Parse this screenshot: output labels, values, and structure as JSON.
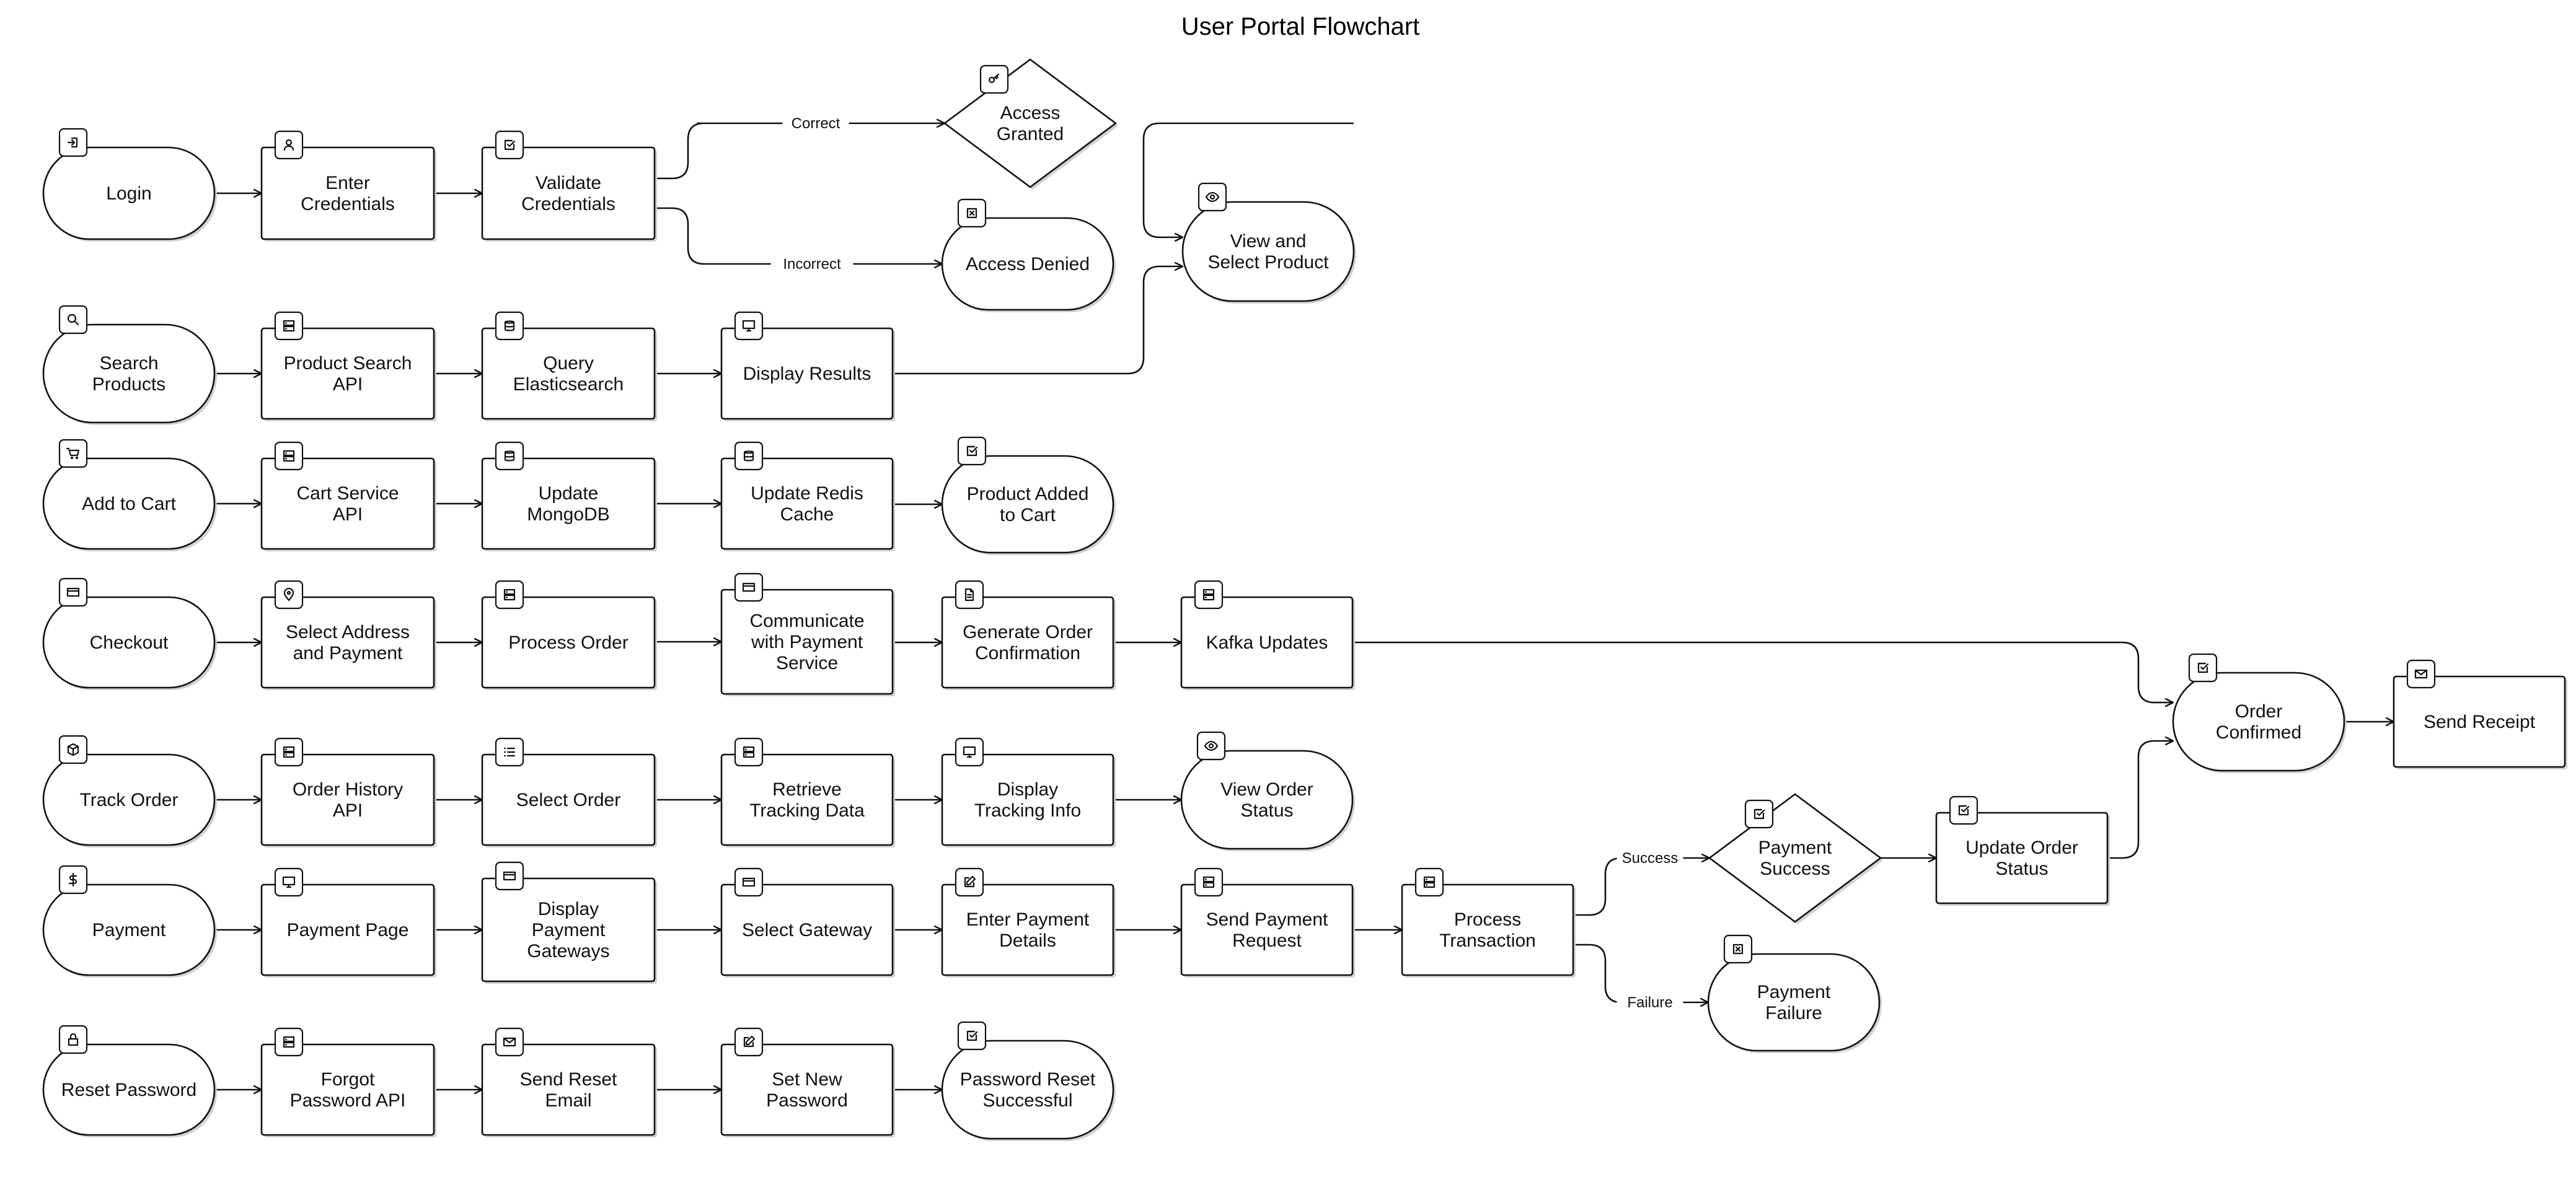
{
  "title": "User Portal Flowchart",
  "nodes": [
    {
      "id": "login",
      "lines": [
        "Login"
      ],
      "icon": "login-icon"
    },
    {
      "id": "enter_credentials",
      "lines": [
        "Enter",
        "Credentials"
      ],
      "icon": "user-icon"
    },
    {
      "id": "validate_credentials",
      "lines": [
        "Validate",
        "Credentials"
      ],
      "icon": "check-square-icon"
    },
    {
      "id": "access_granted",
      "lines": [
        "Access",
        "Granted"
      ],
      "icon": "key-icon"
    },
    {
      "id": "access_denied",
      "lines": [
        "Access Denied"
      ],
      "icon": "x-square-icon"
    },
    {
      "id": "view_select_product",
      "lines": [
        "View and",
        "Select Product"
      ],
      "icon": "eye-icon"
    },
    {
      "id": "search_products",
      "lines": [
        "Search",
        "Products"
      ],
      "icon": "search-icon"
    },
    {
      "id": "product_search_api",
      "lines": [
        "Product Search",
        "API"
      ],
      "icon": "server-icon"
    },
    {
      "id": "query_elasticsearch",
      "lines": [
        "Query",
        "Elasticsearch"
      ],
      "icon": "database-icon"
    },
    {
      "id": "display_results",
      "lines": [
        "Display Results"
      ],
      "icon": "monitor-icon"
    },
    {
      "id": "add_to_cart",
      "lines": [
        "Add to Cart"
      ],
      "icon": "cart-icon"
    },
    {
      "id": "cart_service_api",
      "lines": [
        "Cart Service",
        "API"
      ],
      "icon": "server-icon"
    },
    {
      "id": "update_mongodb",
      "lines": [
        "Update",
        "MongoDB"
      ],
      "icon": "database-icon"
    },
    {
      "id": "update_redis_cache",
      "lines": [
        "Update Redis",
        "Cache"
      ],
      "icon": "database-icon"
    },
    {
      "id": "product_added",
      "lines": [
        "Product Added",
        "to Cart"
      ],
      "icon": "check-square-icon"
    },
    {
      "id": "checkout",
      "lines": [
        "Checkout"
      ],
      "icon": "credit-card-icon"
    },
    {
      "id": "select_address_payment",
      "lines": [
        "Select Address",
        "and Payment"
      ],
      "icon": "map-pin-icon"
    },
    {
      "id": "process_order",
      "lines": [
        "Process Order"
      ],
      "icon": "server-icon"
    },
    {
      "id": "communicate_payment",
      "lines": [
        "Communicate",
        "with Payment",
        "Service"
      ],
      "icon": "credit-card-icon"
    },
    {
      "id": "generate_confirmation",
      "lines": [
        "Generate Order",
        "Confirmation"
      ],
      "icon": "file-icon"
    },
    {
      "id": "kafka_updates",
      "lines": [
        "Kafka Updates"
      ],
      "icon": "server-icon"
    },
    {
      "id": "order_confirmed",
      "lines": [
        "Order",
        "Confirmed"
      ],
      "icon": "check-square-icon"
    },
    {
      "id": "send_receipt",
      "lines": [
        "Send Receipt"
      ],
      "icon": "mail-icon"
    },
    {
      "id": "track_order",
      "lines": [
        "Track Order"
      ],
      "icon": "package-icon"
    },
    {
      "id": "order_history_api",
      "lines": [
        "Order History",
        "API"
      ],
      "icon": "server-icon"
    },
    {
      "id": "select_order",
      "lines": [
        "Select Order"
      ],
      "icon": "list-icon"
    },
    {
      "id": "retrieve_tracking",
      "lines": [
        "Retrieve",
        "Tracking Data"
      ],
      "icon": "server-icon"
    },
    {
      "id": "display_tracking",
      "lines": [
        "Display",
        "Tracking Info"
      ],
      "icon": "monitor-icon"
    },
    {
      "id": "view_order_status",
      "lines": [
        "View Order",
        "Status"
      ],
      "icon": "eye-icon"
    },
    {
      "id": "payment",
      "lines": [
        "Payment"
      ],
      "icon": "dollar-icon"
    },
    {
      "id": "payment_page",
      "lines": [
        "Payment Page"
      ],
      "icon": "monitor-icon"
    },
    {
      "id": "display_gateways",
      "lines": [
        "Display",
        "Payment",
        "Gateways"
      ],
      "icon": "credit-card-icon"
    },
    {
      "id": "select_gateway",
      "lines": [
        "Select Gateway"
      ],
      "icon": "credit-card-icon"
    },
    {
      "id": "enter_payment_details",
      "lines": [
        "Enter Payment",
        "Details"
      ],
      "icon": "edit-icon"
    },
    {
      "id": "send_payment_request",
      "lines": [
        "Send Payment",
        "Request"
      ],
      "icon": "server-icon"
    },
    {
      "id": "process_transaction",
      "lines": [
        "Process",
        "Transaction"
      ],
      "icon": "server-icon"
    },
    {
      "id": "payment_success",
      "lines": [
        "Payment",
        "Success"
      ],
      "icon": "check-square-icon"
    },
    {
      "id": "payment_failure",
      "lines": [
        "Payment",
        "Failure"
      ],
      "icon": "x-square-icon"
    },
    {
      "id": "update_order_status",
      "lines": [
        "Update Order",
        "Status"
      ],
      "icon": "check-square-icon"
    },
    {
      "id": "reset_password",
      "lines": [
        "Reset Password"
      ],
      "icon": "lock-icon"
    },
    {
      "id": "forgot_password_api",
      "lines": [
        "Forgot",
        "Password API"
      ],
      "icon": "server-icon"
    },
    {
      "id": "send_reset_email",
      "lines": [
        "Send Reset",
        "Email"
      ],
      "icon": "mail-icon"
    },
    {
      "id": "set_new_password",
      "lines": [
        "Set New",
        "Password"
      ],
      "icon": "edit-icon"
    },
    {
      "id": "password_reset_successful",
      "lines": [
        "Password Reset",
        "Successful"
      ],
      "icon": "check-square-icon"
    }
  ],
  "edges": [
    {
      "from": "login",
      "to": "enter_credentials",
      "label": ""
    },
    {
      "from": "enter_credentials",
      "to": "validate_credentials",
      "label": ""
    },
    {
      "from": "validate_credentials",
      "to": "access_granted",
      "label": "Correct"
    },
    {
      "from": "validate_credentials",
      "to": "access_denied",
      "label": "Incorrect"
    },
    {
      "from": "access_granted",
      "to": "view_select_product",
      "label": ""
    },
    {
      "from": "search_products",
      "to": "product_search_api",
      "label": ""
    },
    {
      "from": "product_search_api",
      "to": "query_elasticsearch",
      "label": ""
    },
    {
      "from": "query_elasticsearch",
      "to": "display_results",
      "label": ""
    },
    {
      "from": "display_results",
      "to": "view_select_product",
      "label": ""
    },
    {
      "from": "add_to_cart",
      "to": "cart_service_api",
      "label": ""
    },
    {
      "from": "cart_service_api",
      "to": "update_mongodb",
      "label": ""
    },
    {
      "from": "update_mongodb",
      "to": "update_redis_cache",
      "label": ""
    },
    {
      "from": "update_redis_cache",
      "to": "product_added",
      "label": ""
    },
    {
      "from": "checkout",
      "to": "select_address_payment",
      "label": ""
    },
    {
      "from": "select_address_payment",
      "to": "process_order",
      "label": ""
    },
    {
      "from": "process_order",
      "to": "communicate_payment",
      "label": ""
    },
    {
      "from": "communicate_payment",
      "to": "generate_confirmation",
      "label": ""
    },
    {
      "from": "generate_confirmation",
      "to": "kafka_updates",
      "label": ""
    },
    {
      "from": "kafka_updates",
      "to": "order_confirmed",
      "label": ""
    },
    {
      "from": "order_confirmed",
      "to": "send_receipt",
      "label": ""
    },
    {
      "from": "track_order",
      "to": "order_history_api",
      "label": ""
    },
    {
      "from": "order_history_api",
      "to": "select_order",
      "label": ""
    },
    {
      "from": "select_order",
      "to": "retrieve_tracking",
      "label": ""
    },
    {
      "from": "retrieve_tracking",
      "to": "display_tracking",
      "label": ""
    },
    {
      "from": "display_tracking",
      "to": "view_order_status",
      "label": ""
    },
    {
      "from": "payment",
      "to": "payment_page",
      "label": ""
    },
    {
      "from": "payment_page",
      "to": "display_gateways",
      "label": ""
    },
    {
      "from": "display_gateways",
      "to": "select_gateway",
      "label": ""
    },
    {
      "from": "select_gateway",
      "to": "enter_payment_details",
      "label": ""
    },
    {
      "from": "enter_payment_details",
      "to": "send_payment_request",
      "label": ""
    },
    {
      "from": "send_payment_request",
      "to": "process_transaction",
      "label": ""
    },
    {
      "from": "process_transaction",
      "to": "payment_success",
      "label": "Success"
    },
    {
      "from": "process_transaction",
      "to": "payment_failure",
      "label": "Failure"
    },
    {
      "from": "payment_success",
      "to": "update_order_status",
      "label": ""
    },
    {
      "from": "update_order_status",
      "to": "order_confirmed",
      "label": ""
    },
    {
      "from": "reset_password",
      "to": "forgot_password_api",
      "label": ""
    },
    {
      "from": "forgot_password_api",
      "to": "send_reset_email",
      "label": ""
    },
    {
      "from": "send_reset_email",
      "to": "set_new_password",
      "label": ""
    },
    {
      "from": "set_new_password",
      "to": "password_reset_successful",
      "label": ""
    }
  ]
}
